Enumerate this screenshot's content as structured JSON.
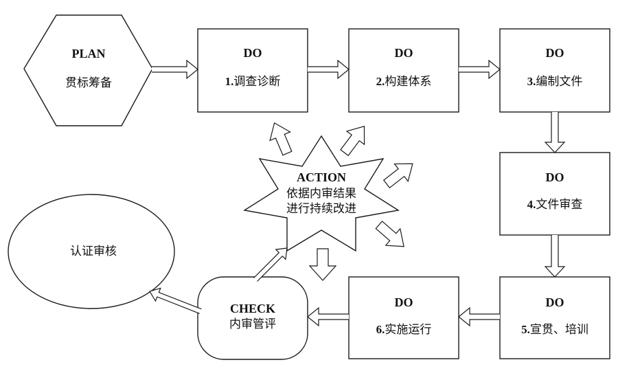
{
  "colors": {
    "stroke": "#1a1a1a",
    "background": "#ffffff",
    "text": "#111111"
  },
  "diagram": {
    "plan": {
      "title": "PLAN",
      "label": "贯标筹备"
    },
    "do_boxes": [
      {
        "title": "DO",
        "num": "1.",
        "label": "调查诊断"
      },
      {
        "title": "DO",
        "num": "2.",
        "label": "构建体系"
      },
      {
        "title": "DO",
        "num": "3.",
        "label": "编制文件"
      },
      {
        "title": "DO",
        "num": "4.",
        "label": "文件审查"
      },
      {
        "title": "DO",
        "num": "5.",
        "label": "宣贯、培训"
      },
      {
        "title": "DO",
        "num": "6.",
        "label": "实施运行"
      }
    ],
    "action": {
      "title": "ACTION",
      "line1": "依据内审结果",
      "line2": "进行持续改进"
    },
    "check": {
      "title": "CHECK",
      "label": "内审管评"
    },
    "audit": {
      "label": "认证审核"
    }
  }
}
